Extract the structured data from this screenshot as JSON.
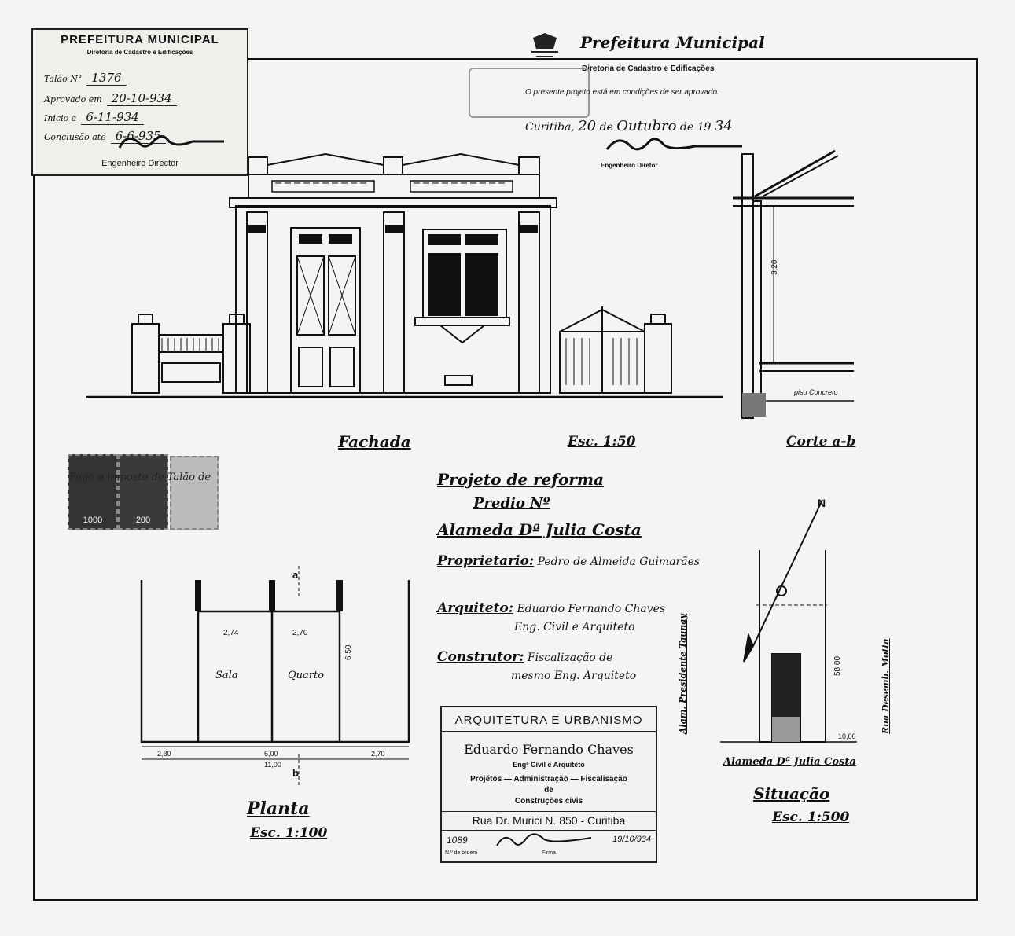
{
  "stamp": {
    "title": "PREFEITURA MUNICIPAL",
    "subtitle": "Diretoria de Cadastro e Edificações",
    "talao_label": "Talão N°",
    "talao_value": "1376",
    "aprovado_label": "Aprovado em",
    "aprovado_value": "20-10-934",
    "inicio_label": "Inicio a",
    "inicio_value": "6-11-934",
    "conclusao_label": "Conclusão até",
    "conclusao_value": "6-6-935",
    "engineer": "Engenheiro Director"
  },
  "approval": {
    "title": "Prefeitura Municipal",
    "subtitle": "Diretoria de Cadastro e Edificações",
    "text": "O presente projeto está em condições de ser aprovado.",
    "date_prefix": "Curitiba,",
    "date_day": "20",
    "date_de": "de",
    "date_month": "Outubro",
    "date_year_prefix": "de 19",
    "date_year": "34",
    "engineer": "Engenheiro Diretor"
  },
  "labels": {
    "facade": "Fachada",
    "facade_scale": "Esc. 1:50",
    "section": "Corte a-b",
    "plan": "Planta",
    "plan_scale": "Esc. 1:100",
    "site": "Situação",
    "site_scale": "Esc. 1:500",
    "project": "Projeto de reforma",
    "building": "Predio Nº",
    "street": "Alameda Dª Julia Costa",
    "owner_label": "Proprietario:",
    "owner_value": "Pedro de Almeida Guimarães",
    "architect_label": "Arquiteto:",
    "architect_value": "Eduardo Fernando Chaves",
    "architect_sub": "Eng. Civil e Arquiteto",
    "builder_label": "Construtor:",
    "builder_value": "Fiscalização de",
    "builder_sub": "mesmo Eng. Arquiteto",
    "section_dim": "3,20",
    "concrete": "piso Concreto",
    "north": "N",
    "site_street_left": "Alam. Presidente Taunay",
    "site_street_right": "Rua Desemb. Motta",
    "site_street_bottom": "Alameda Dª Julia Costa",
    "site_dim": "58,00",
    "site_dim2": "10,00"
  },
  "plan": {
    "rooms": [
      "Sala",
      "Quarto"
    ],
    "dims_top": [
      "2,74",
      "2,70"
    ],
    "dim_side": "6,50",
    "dims_bottom": [
      "2,30",
      "6,00",
      "2,70"
    ],
    "dim_total": "11,00",
    "section_marker": "a",
    "section_marker_b": "b"
  },
  "stamps_text": "Pago o imposto de Talão de",
  "stamp_values": [
    "1000",
    "200",
    ""
  ],
  "titleblock": {
    "title": "ARQUITETURA E URBANISMO",
    "name": "Eduardo Fernando Chaves",
    "role": "Engº Civil e Arquitéto",
    "services": "Projétos — Administração — Fiscalisação",
    "de": "de",
    "construction": "Construções civis",
    "address": "Rua Dr. Murici N. 850 - Curitiba",
    "number": "1089",
    "date": "19/10/934",
    "footer_left": "N.º de ordem",
    "footer_mid": "Firma"
  }
}
